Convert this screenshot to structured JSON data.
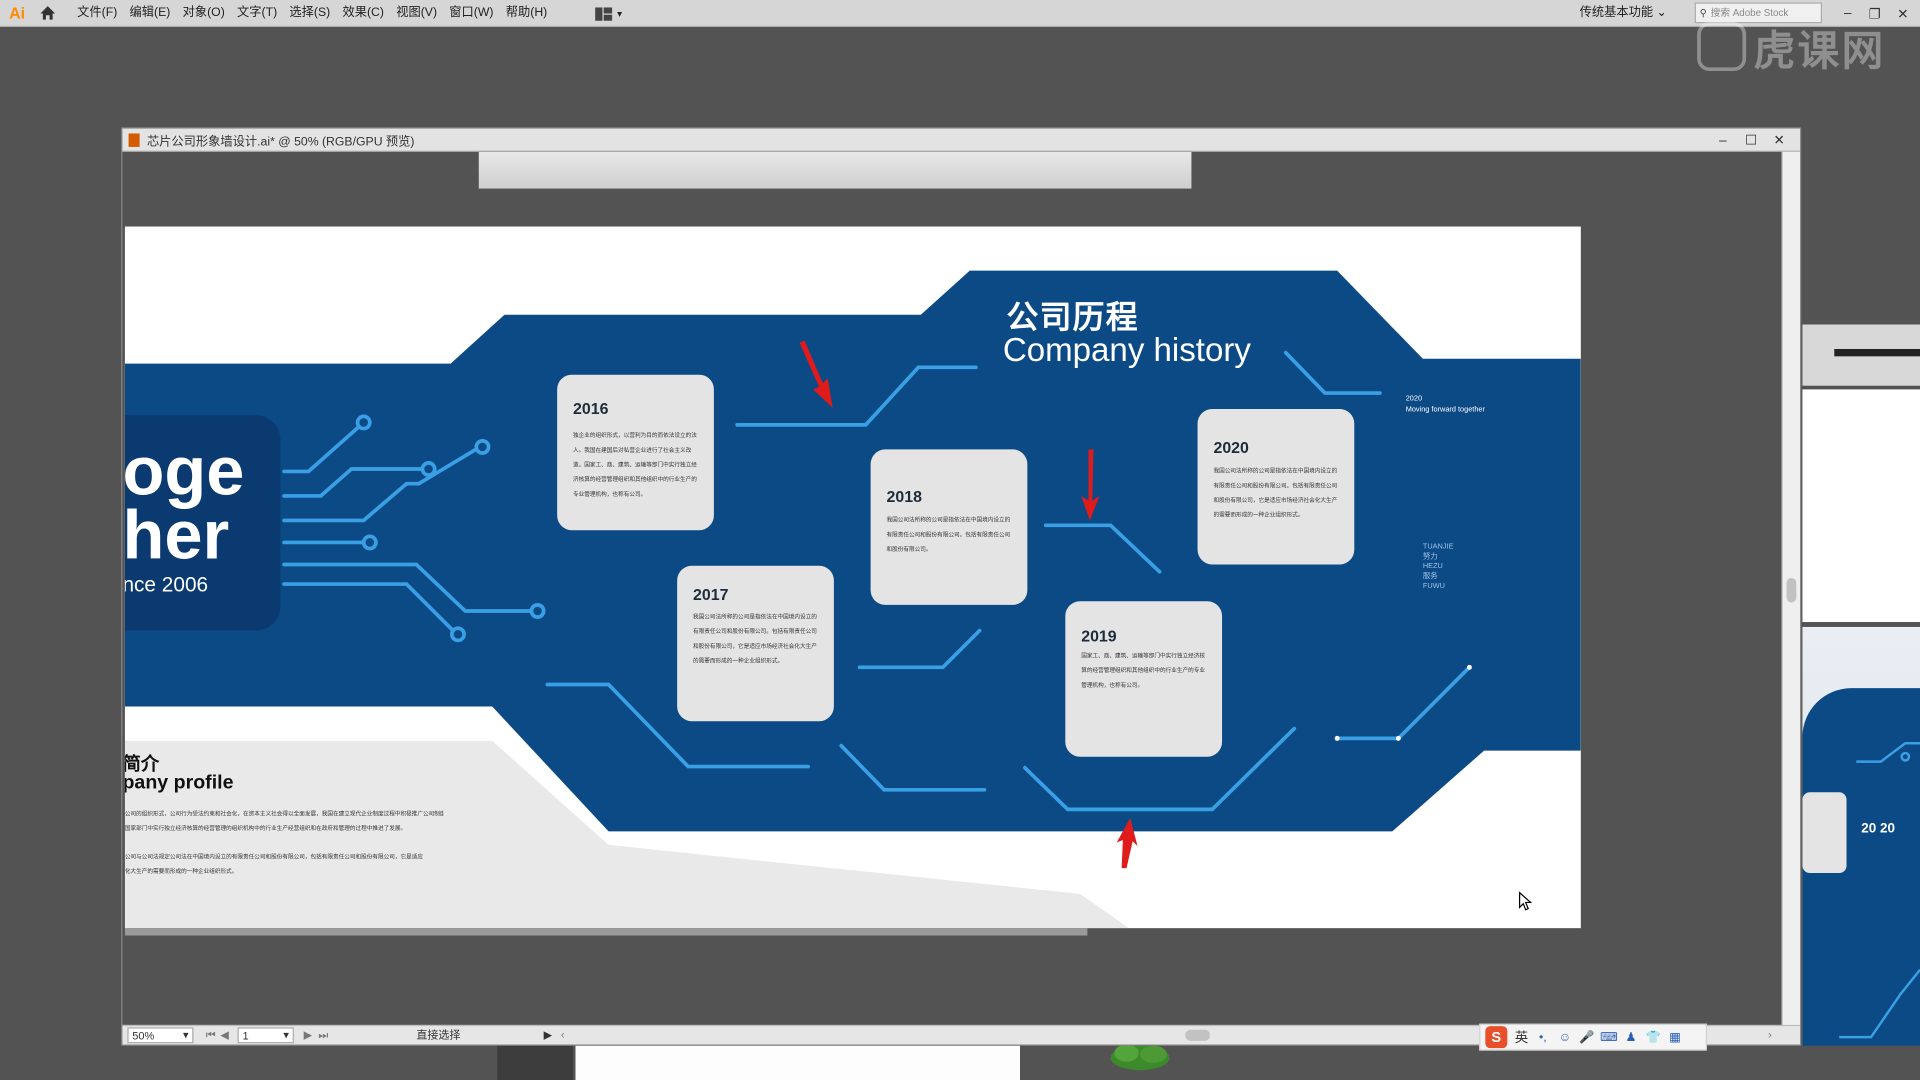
{
  "app": {
    "logo": "Ai",
    "menus": [
      "文件(F)",
      "编辑(E)",
      "对象(O)",
      "文字(T)",
      "选择(S)",
      "效果(C)",
      "视图(V)",
      "窗口(W)",
      "帮助(H)"
    ],
    "workspace": "传统基本功能",
    "stock_search_placeholder": "搜索 Adobe Stock",
    "watermark": "虎课网"
  },
  "document": {
    "title": "芯片公司形象墙设计.ai* @ 50% (RGB/GPU 预览)",
    "zoom": "50%",
    "page": "1",
    "status_tool": "直接选择"
  },
  "artwork": {
    "heading_cn": "公司历程",
    "heading_en": "Company history",
    "left_panel": {
      "line1": "oge",
      "line2": "her",
      "since": "nce 2006"
    },
    "profile": {
      "heading_cn": "简介",
      "heading_en": "pany profile",
      "para1a": "公司的组织形式，公司行为受法约束和社会化，在资本主义社会得以全面发展，我国在建立现代企业制度过程中积极推广公司制度，也是",
      "para1b": "国家部门中实行独立经济核算的经营管理的组织机构中的行业生产经营组织和在政府和管理的过程中推进了发展。",
      "para2a": "公司与公司法规定公司法在中国境内设立的有限责任公司和股份有限公司，包括有限责任公司和股份有限公司，它是适应",
      "para2b": "化大生产的需要而形成的一种企业组织形式。"
    },
    "timeline": [
      {
        "year": "2016",
        "text": "独企业的组织形式，以营利为目的而依法设立的法人。我国在建国后对私营企业进行了社会主义改造，国家工、商、建筑、运输等部门中实行独立经济核算的经营管理组织和其他组织中的行业生产的专业管理机构，也称有公司。"
      },
      {
        "year": "2017",
        "text": "我国公司法所称的公司是指依法在中国境内设立的有限责任公司和股份有限公司。包括有限责任公司和股份有限公司，它是适应市场经济社会化大生产的需要而形成的一种企业组织形式。"
      },
      {
        "year": "2018",
        "text": "我国公司法所称的公司是指依法在中国境内设立的有限责任公司和股份有限公司。包括有限责任公司和股份有限公司。"
      },
      {
        "year": "2019",
        "text": "国家工、商、建筑、运输等部门中实行独立经济核算的经营管理组织和其他组织中的行业生产的专业管理机构，也称有公司。"
      },
      {
        "year": "2020",
        "text": "我国公司法所称的公司是指依法在中国境内设立的有限责任公司和股份有限公司。包括有限责任公司和股份有限公司，它是适应市场经济社会化大生产的需要而形成的一种企业组织形式。"
      }
    ],
    "side_note": {
      "year": "2020",
      "slogan": "Moving forward together"
    },
    "side_list": [
      "TUANJIE",
      "努力",
      "HEZU",
      "服务",
      "FUWU"
    ],
    "thumb_year": "20 20",
    "colors": {
      "navy": "#0c4a86",
      "dark_navy": "#0b3a70",
      "circuit": "#3aa0e6",
      "card": "#e4e4e4",
      "arrow": "#e01b1b"
    }
  },
  "ime": {
    "label": "英"
  }
}
